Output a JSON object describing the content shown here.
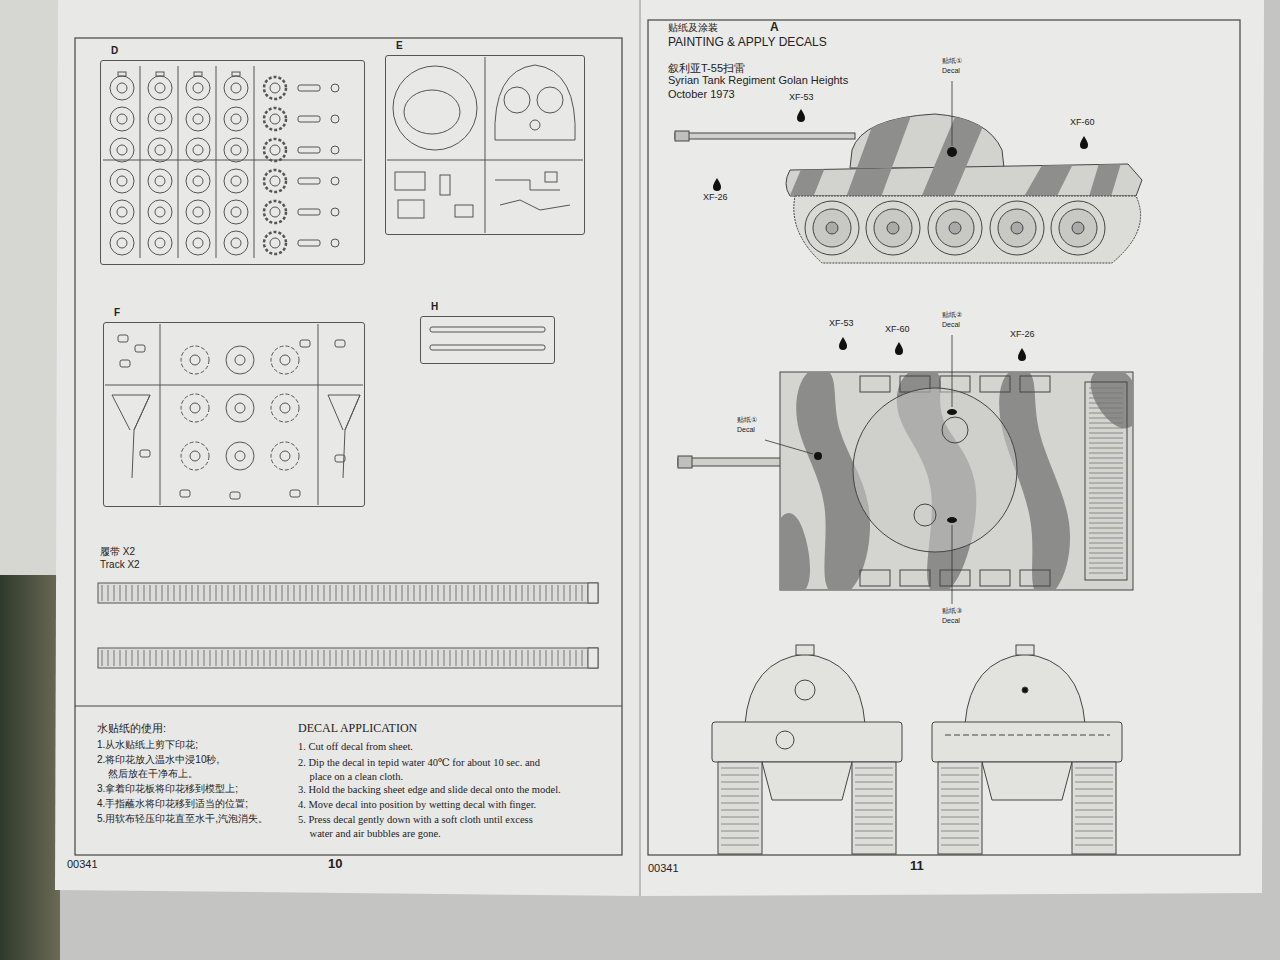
{
  "diagram": {
    "nodes": [
      {
        "text": [
          "D"
        ]
      },
      {
        "text": [
          "E"
        ]
      },
      {
        "text": [
          "F"
        ]
      },
      {
        "text": [
          "H"
        ]
      }
    ],
    "labels": [
      "履带 X2",
      "Track X2",
      "水贴纸的使用:",
      "1.从水贴纸上剪下印花;",
      "2.将印花放入温水中浸10秒,",
      "然后放在干净布上。",
      "3.拿着印花板将印花移到模型上;",
      "4.手指蘸水将印花移到适当的位置;",
      "5.用软布轻压印花直至水干,汽泡消失。",
      "DECAL APPLICATION",
      "1. Cut off decal from sheet.",
      "2. Dip the decal in tepid water 40℃ for about 10 sec. and place on a clean cloth.",
      "3. Hold the backing sheet edge and slide decal onto the model.",
      "4. Move decal into position by wetting decal with finger.",
      "5. Press decal gently down with a soft cloth until excess water and air bubbles are gone.",
      "00341",
      "10",
      "贴纸及涂装",
      "A",
      "PAINTING & APPLY DECALS",
      "叙利亚T-55扫雷",
      "Syrian Tank Regiment Golan Heights",
      "October 1973",
      "贴纸①",
      "Decal",
      "XF-53",
      "XF-60",
      "XF-26",
      "XF-53",
      "XF-60",
      "贴纸②",
      "Decal",
      "XF-26",
      "贴纸①",
      "Decal",
      "贴纸③",
      "Decal",
      "00341",
      "11"
    ]
  }
}
